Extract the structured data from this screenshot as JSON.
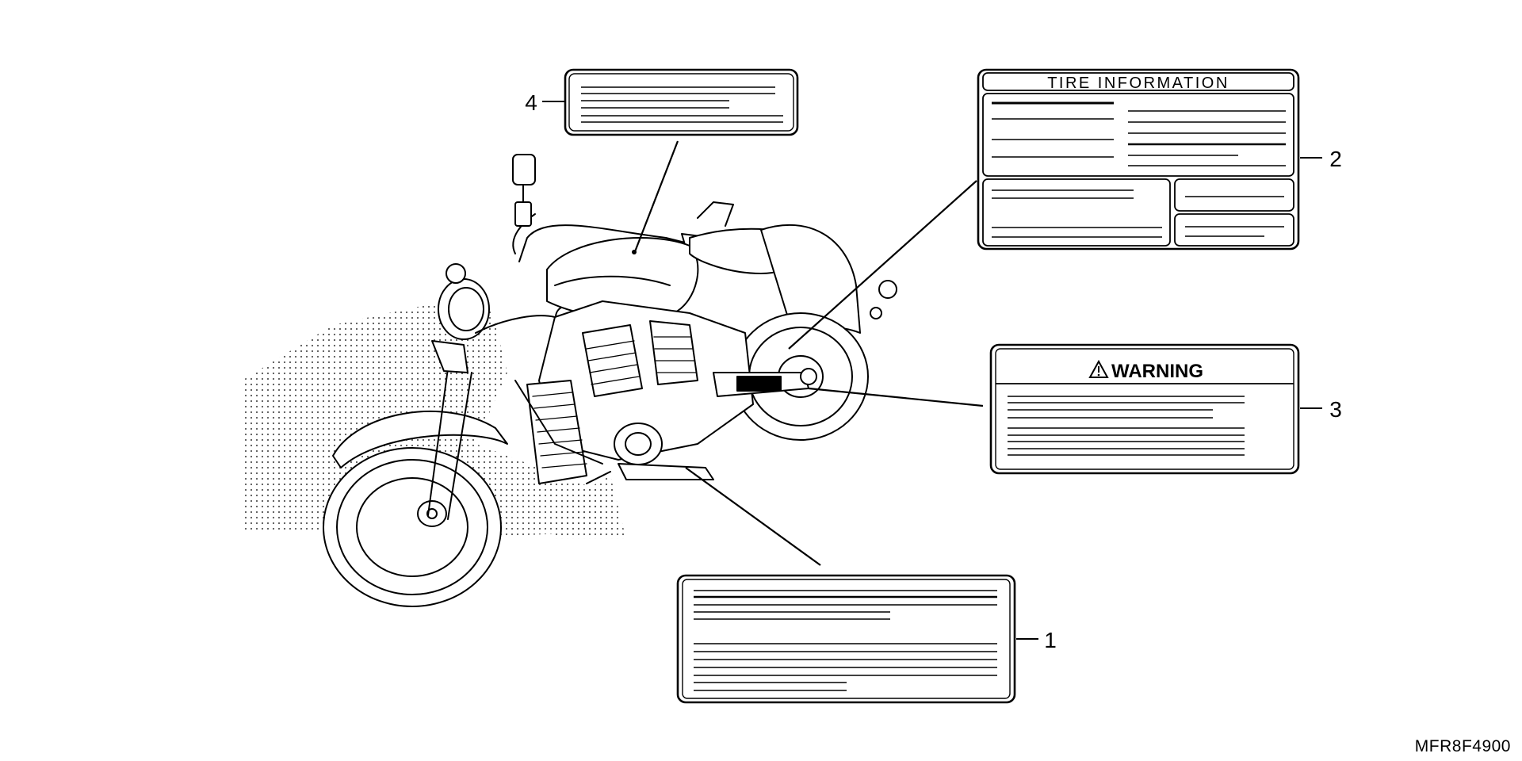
{
  "diagram": {
    "callouts": [
      {
        "number": "1"
      },
      {
        "number": "2"
      },
      {
        "number": "3"
      },
      {
        "number": "4"
      }
    ],
    "tire_label": {
      "title": "TIRE INFORMATION"
    },
    "warning_label": {
      "title": "WARNING"
    },
    "diagram_code": "MFR8F4900"
  }
}
